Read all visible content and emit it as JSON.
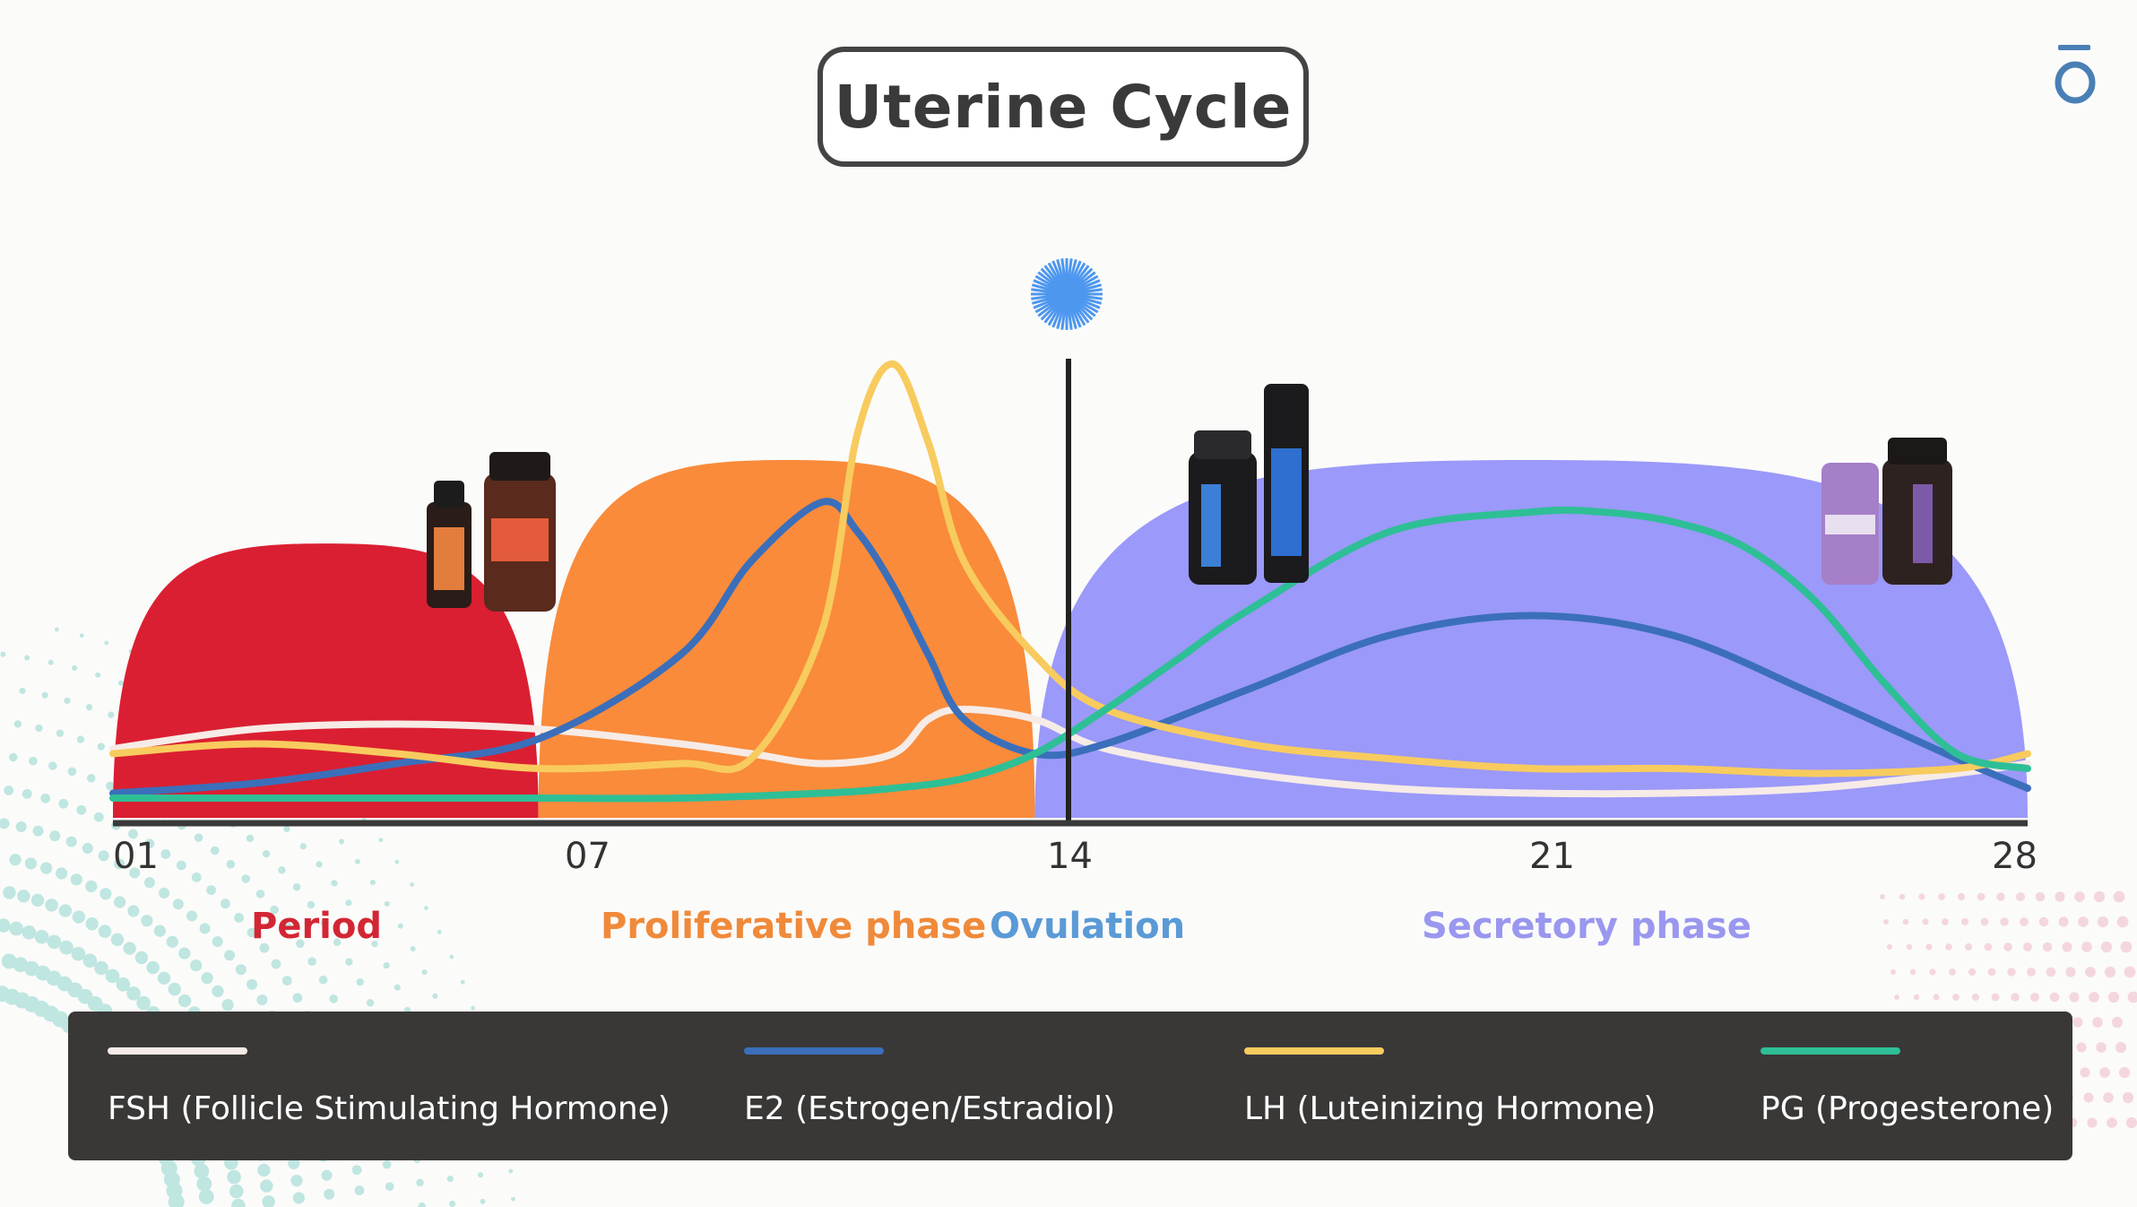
{
  "title": "Uterine Cycle",
  "brand": {
    "mark": "ō",
    "color": "#4a7fb5"
  },
  "chart_data": {
    "type": "line",
    "x_ticks": [
      "01",
      "07",
      "14",
      "21",
      "28"
    ],
    "xlim": [
      1,
      28
    ],
    "ovulation_day": 14,
    "phases": [
      {
        "name": "Period",
        "label_color": "#d32634",
        "fill": "#db1f32",
        "start": 1,
        "end": 7
      },
      {
        "name": "Proliferative phase",
        "label_color": "#f08a3a",
        "fill": "#f98b3b",
        "start": 7,
        "end": 14
      },
      {
        "name": "Ovulation",
        "label_color": "#5a9ad6"
      },
      {
        "name": "Secretory phase",
        "label_color": "#9a97ef",
        "fill": "#9b99f9",
        "start": 14,
        "end": 28
      }
    ],
    "series": [
      {
        "name": "FSH (Follicle Stimulating Hormone)",
        "color": "#f6ebe6",
        "x": [
          1,
          3,
          5,
          7,
          9,
          10,
          11,
          12,
          12.5,
          13,
          14,
          15,
          17,
          19,
          21,
          23,
          25,
          27,
          28
        ],
        "y": [
          14,
          18,
          19,
          18,
          15,
          13,
          11,
          13,
          20,
          22,
          20,
          14,
          9,
          6,
          5,
          5,
          6,
          9,
          11
        ]
      },
      {
        "name": "E2 (Estrogen/Estradiol)",
        "color": "#3b6fba",
        "x": [
          1,
          3,
          5,
          7,
          9,
          10,
          11,
          11.5,
          12,
          12.5,
          13,
          14,
          15,
          17,
          19,
          21,
          23,
          25,
          27,
          28
        ],
        "y": [
          5,
          7,
          11,
          16,
          33,
          52,
          64,
          58,
          47,
          33,
          20,
          13,
          15,
          26,
          37,
          41,
          37,
          25,
          12,
          6
        ]
      },
      {
        "name": "LH (Luteinizing Hormone)",
        "color": "#f8cb5e",
        "x": [
          1,
          3,
          5,
          7,
          9,
          10,
          11,
          11.5,
          12,
          12.5,
          13,
          14,
          15,
          17,
          19,
          21,
          23,
          25,
          27,
          28
        ],
        "y": [
          13,
          15,
          13,
          10,
          11,
          12,
          38,
          78,
          92,
          76,
          52,
          33,
          22,
          15,
          12,
          10,
          10,
          9,
          10,
          13
        ]
      },
      {
        "name": "PG (Progesterone)",
        "color": "#2ebf96",
        "x": [
          1,
          3,
          5,
          7,
          9,
          11,
          12,
          13,
          14,
          15,
          16,
          17,
          19,
          21,
          22,
          23,
          24,
          25,
          26,
          27,
          28
        ],
        "y": [
          4,
          4,
          4,
          4,
          4,
          5,
          6,
          8,
          13,
          22,
          32,
          42,
          58,
          62,
          62,
          60,
          55,
          44,
          27,
          13,
          10
        ]
      }
    ]
  }
}
